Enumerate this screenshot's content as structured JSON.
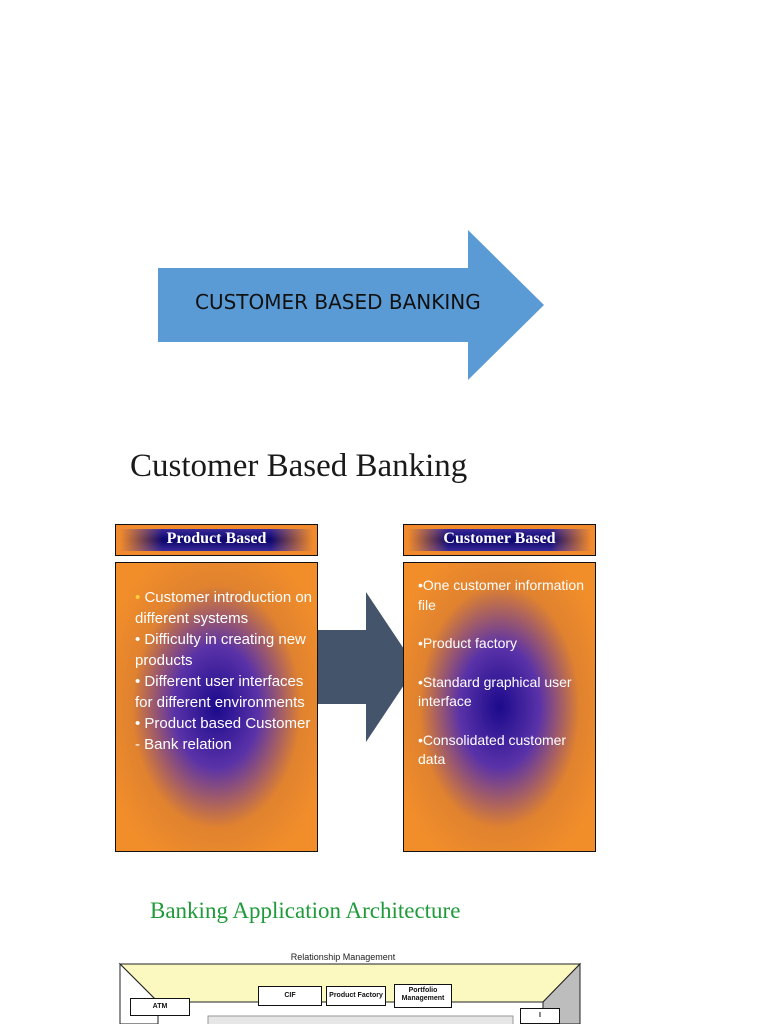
{
  "banner": {
    "arrow_label": "CUSTOMER BASED BANKING",
    "arrow_color": "#5b9bd5"
  },
  "section": {
    "title": "Customer Based Banking"
  },
  "product_based": {
    "header": "Product Based",
    "bullets": [
      "Customer introduction on different systems",
      "Difficulty in creating new products",
      "Different user interfaces for different environments",
      "Product based Customer - Bank relation"
    ]
  },
  "customer_based": {
    "header": "Customer Based",
    "bullets": [
      "One customer information file",
      "Product factory",
      "Standard graphical user interface",
      "Consolidated customer data"
    ]
  },
  "architecture": {
    "title": "Banking Application Architecture",
    "diagram_title": "Relationship Management",
    "boxes": {
      "atm": "ATM",
      "cif": "CIF",
      "product_factory": "Product Factory",
      "portfolio_line1": "Portfolio",
      "portfolio_line2": "Management",
      "side_mark": "I"
    }
  },
  "colors": {
    "orange": "#f08a2c",
    "navy": "#0e0870",
    "slate_arrow": "#44546a",
    "arch_title_green": "#1f9a3a"
  }
}
